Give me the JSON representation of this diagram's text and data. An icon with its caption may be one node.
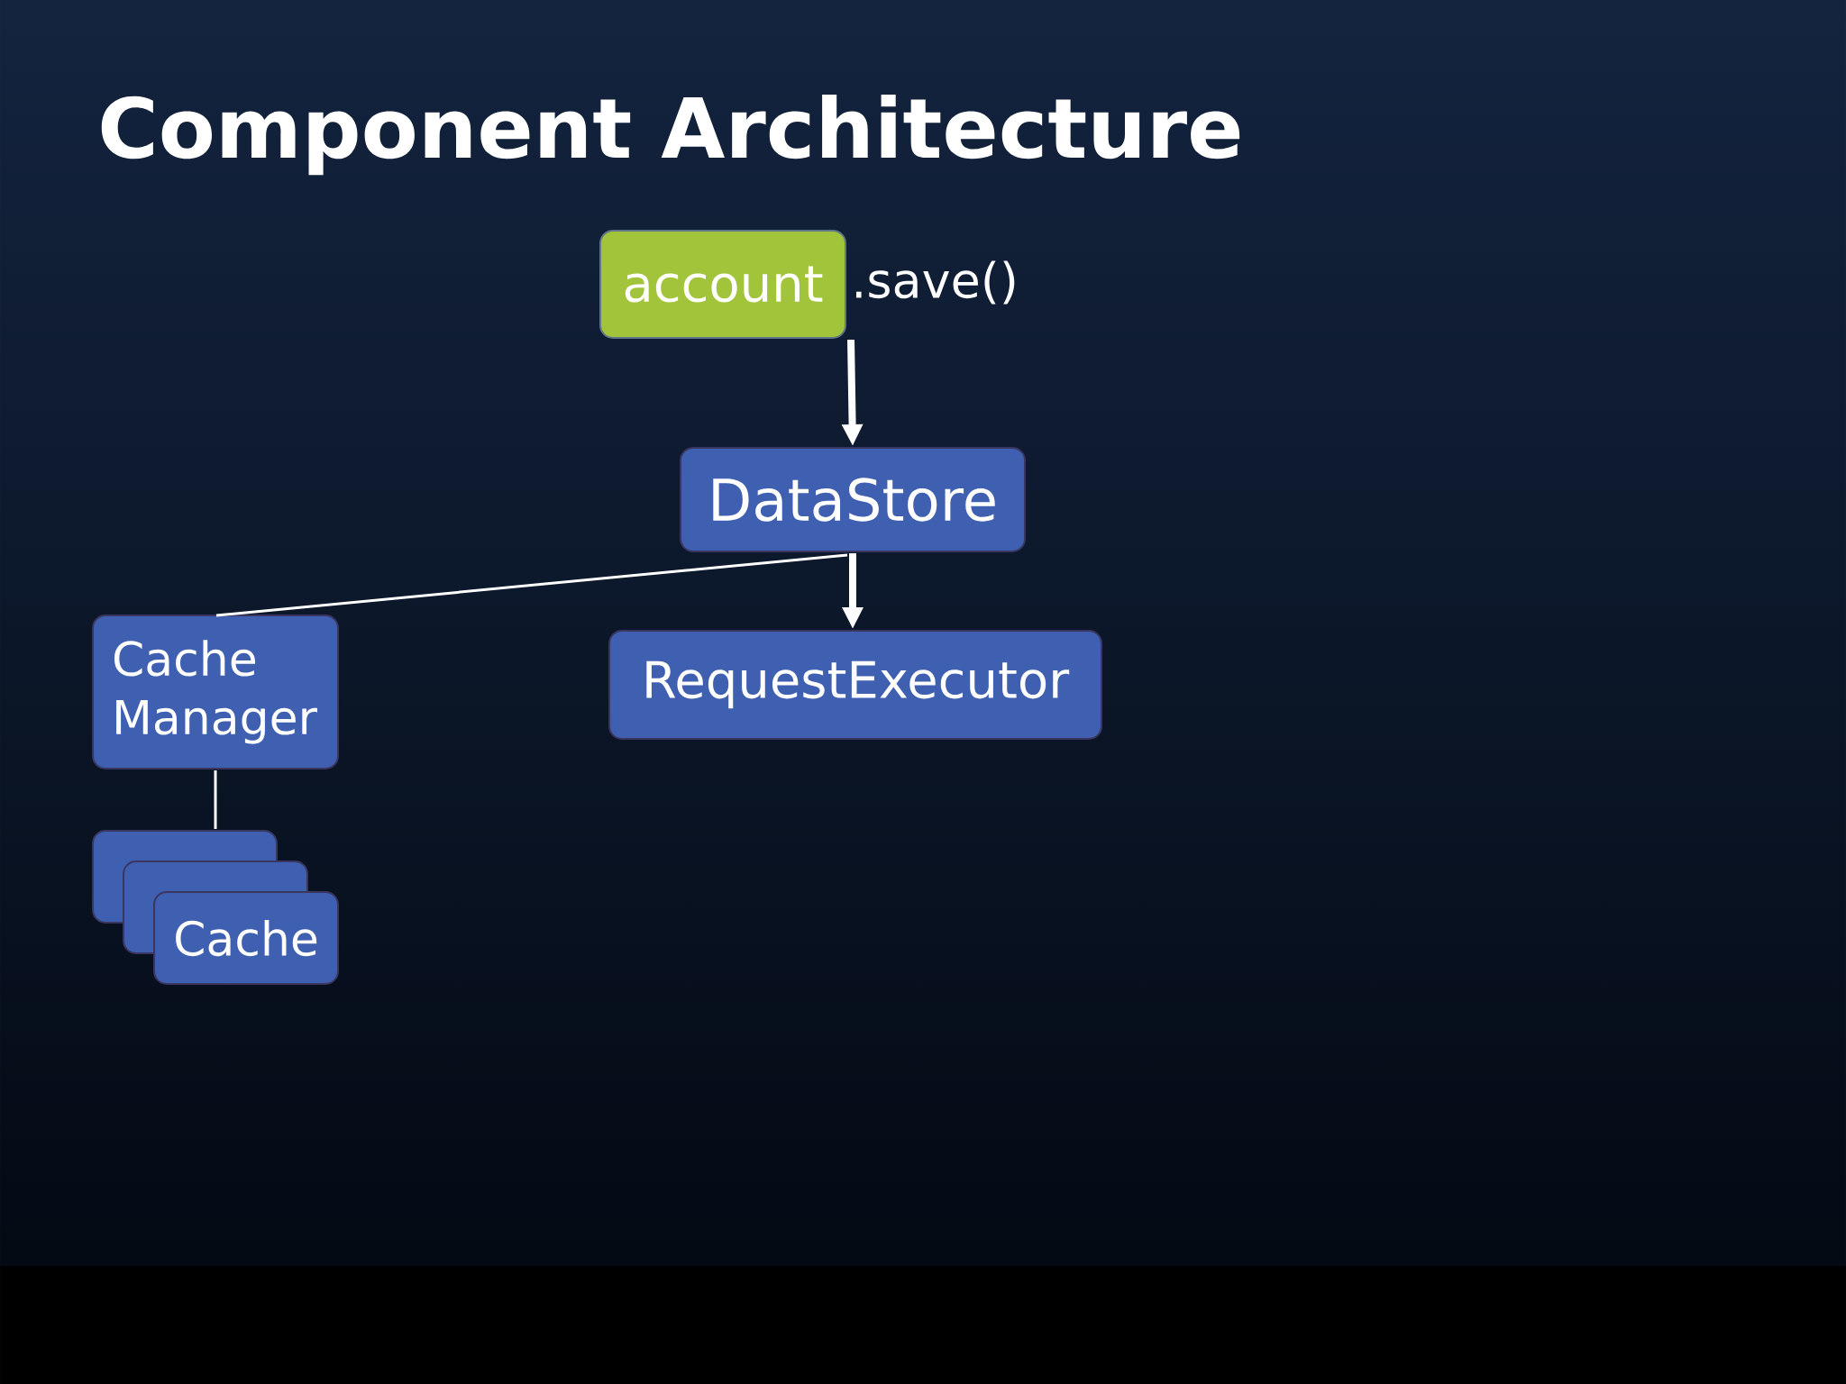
{
  "diagram": {
    "title": "Component Architecture",
    "nodes": [
      {
        "text": [
          "account"
        ],
        "beside": [
          ".save()"
        ]
      },
      {
        "text": [
          "DataStore"
        ]
      },
      {
        "text": [
          "Cache Manager"
        ]
      },
      {
        "text": [
          "RequestExecutor"
        ]
      },
      {
        "text": [],
        "shape": "box"
      },
      {
        "text": [],
        "shape": "box"
      },
      {
        "text": [
          "Cache"
        ]
      }
    ],
    "edges": [
      {
        "from": 0,
        "to": 1,
        "arrow": "to",
        "style": "thick"
      },
      {
        "from": 1,
        "to": 2,
        "arrow": "none"
      },
      {
        "from": 1,
        "to": 3,
        "arrow": "to",
        "style": "thick"
      },
      {
        "from": 2,
        "to": 4,
        "arrow": "none"
      }
    ]
  }
}
